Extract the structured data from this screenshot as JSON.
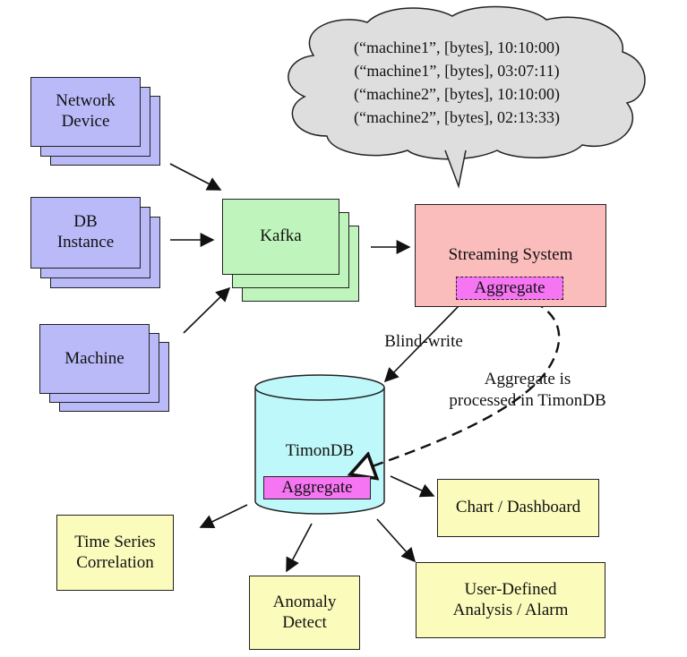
{
  "cloud": {
    "lines": [
      "(“machine1”, [bytes], 10:10:00)",
      "(“machine1”, [bytes], 03:07:11)",
      "(“machine2”, [bytes], 10:10:00)",
      "(“machine2”, [bytes], 02:13:33)"
    ]
  },
  "sources": {
    "network": "Network\nDevice",
    "db": "DB\nInstance",
    "machine": "Machine"
  },
  "kafka": "Kafka",
  "streaming": {
    "title": "Streaming System",
    "aggregate": "Aggregate"
  },
  "edges": {
    "blind_write": "Blind-write",
    "aggregate_note": "Aggregate is\nprocessed in TimonDB"
  },
  "timondb": {
    "title": "TimonDB",
    "aggregate": "Aggregate"
  },
  "outputs": {
    "chart": "Chart / Dashboard",
    "correlation": "Time Series\nCorrelation",
    "anomaly": "Anomaly\nDetect",
    "user_defined": "User-Defined\nAnalysis / Alarm"
  },
  "colors": {
    "source_fill": "#babaf9",
    "kafka_fill": "#bff5bc",
    "stream_fill": "#fbbcbc",
    "db_fill": "#bff8fa",
    "output_fill": "#fbfbbc",
    "aggregate_fill": "#f675f3",
    "cloud_fill": "#dedede"
  }
}
